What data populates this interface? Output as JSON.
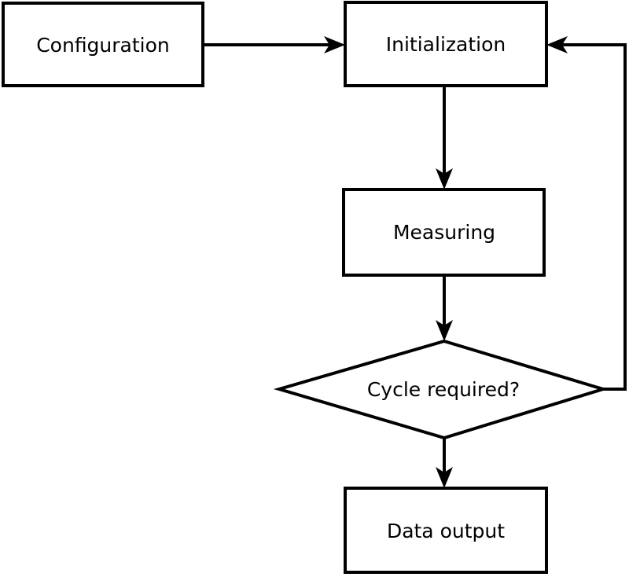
{
  "diagram": {
    "type": "flowchart",
    "colors": {
      "stroke": "#000000",
      "node_fill": "#ffffff",
      "background": "#ffffff",
      "text": "#000000"
    },
    "nodes": [
      {
        "id": "configuration",
        "shape": "rect",
        "label": "Configuration"
      },
      {
        "id": "initialization",
        "shape": "rect",
        "label": "Initialization"
      },
      {
        "id": "measuring",
        "shape": "rect",
        "label": "Measuring"
      },
      {
        "id": "cycle-required",
        "shape": "diamond",
        "label": "Cycle required?"
      },
      {
        "id": "data-output",
        "shape": "rect",
        "label": "Data output"
      }
    ],
    "edges": [
      {
        "from": "configuration",
        "to": "initialization"
      },
      {
        "from": "initialization",
        "to": "measuring"
      },
      {
        "from": "measuring",
        "to": "cycle-required"
      },
      {
        "from": "cycle-required",
        "to": "data-output"
      },
      {
        "from": "cycle-required",
        "to": "initialization",
        "note": "feedback loop"
      }
    ]
  }
}
